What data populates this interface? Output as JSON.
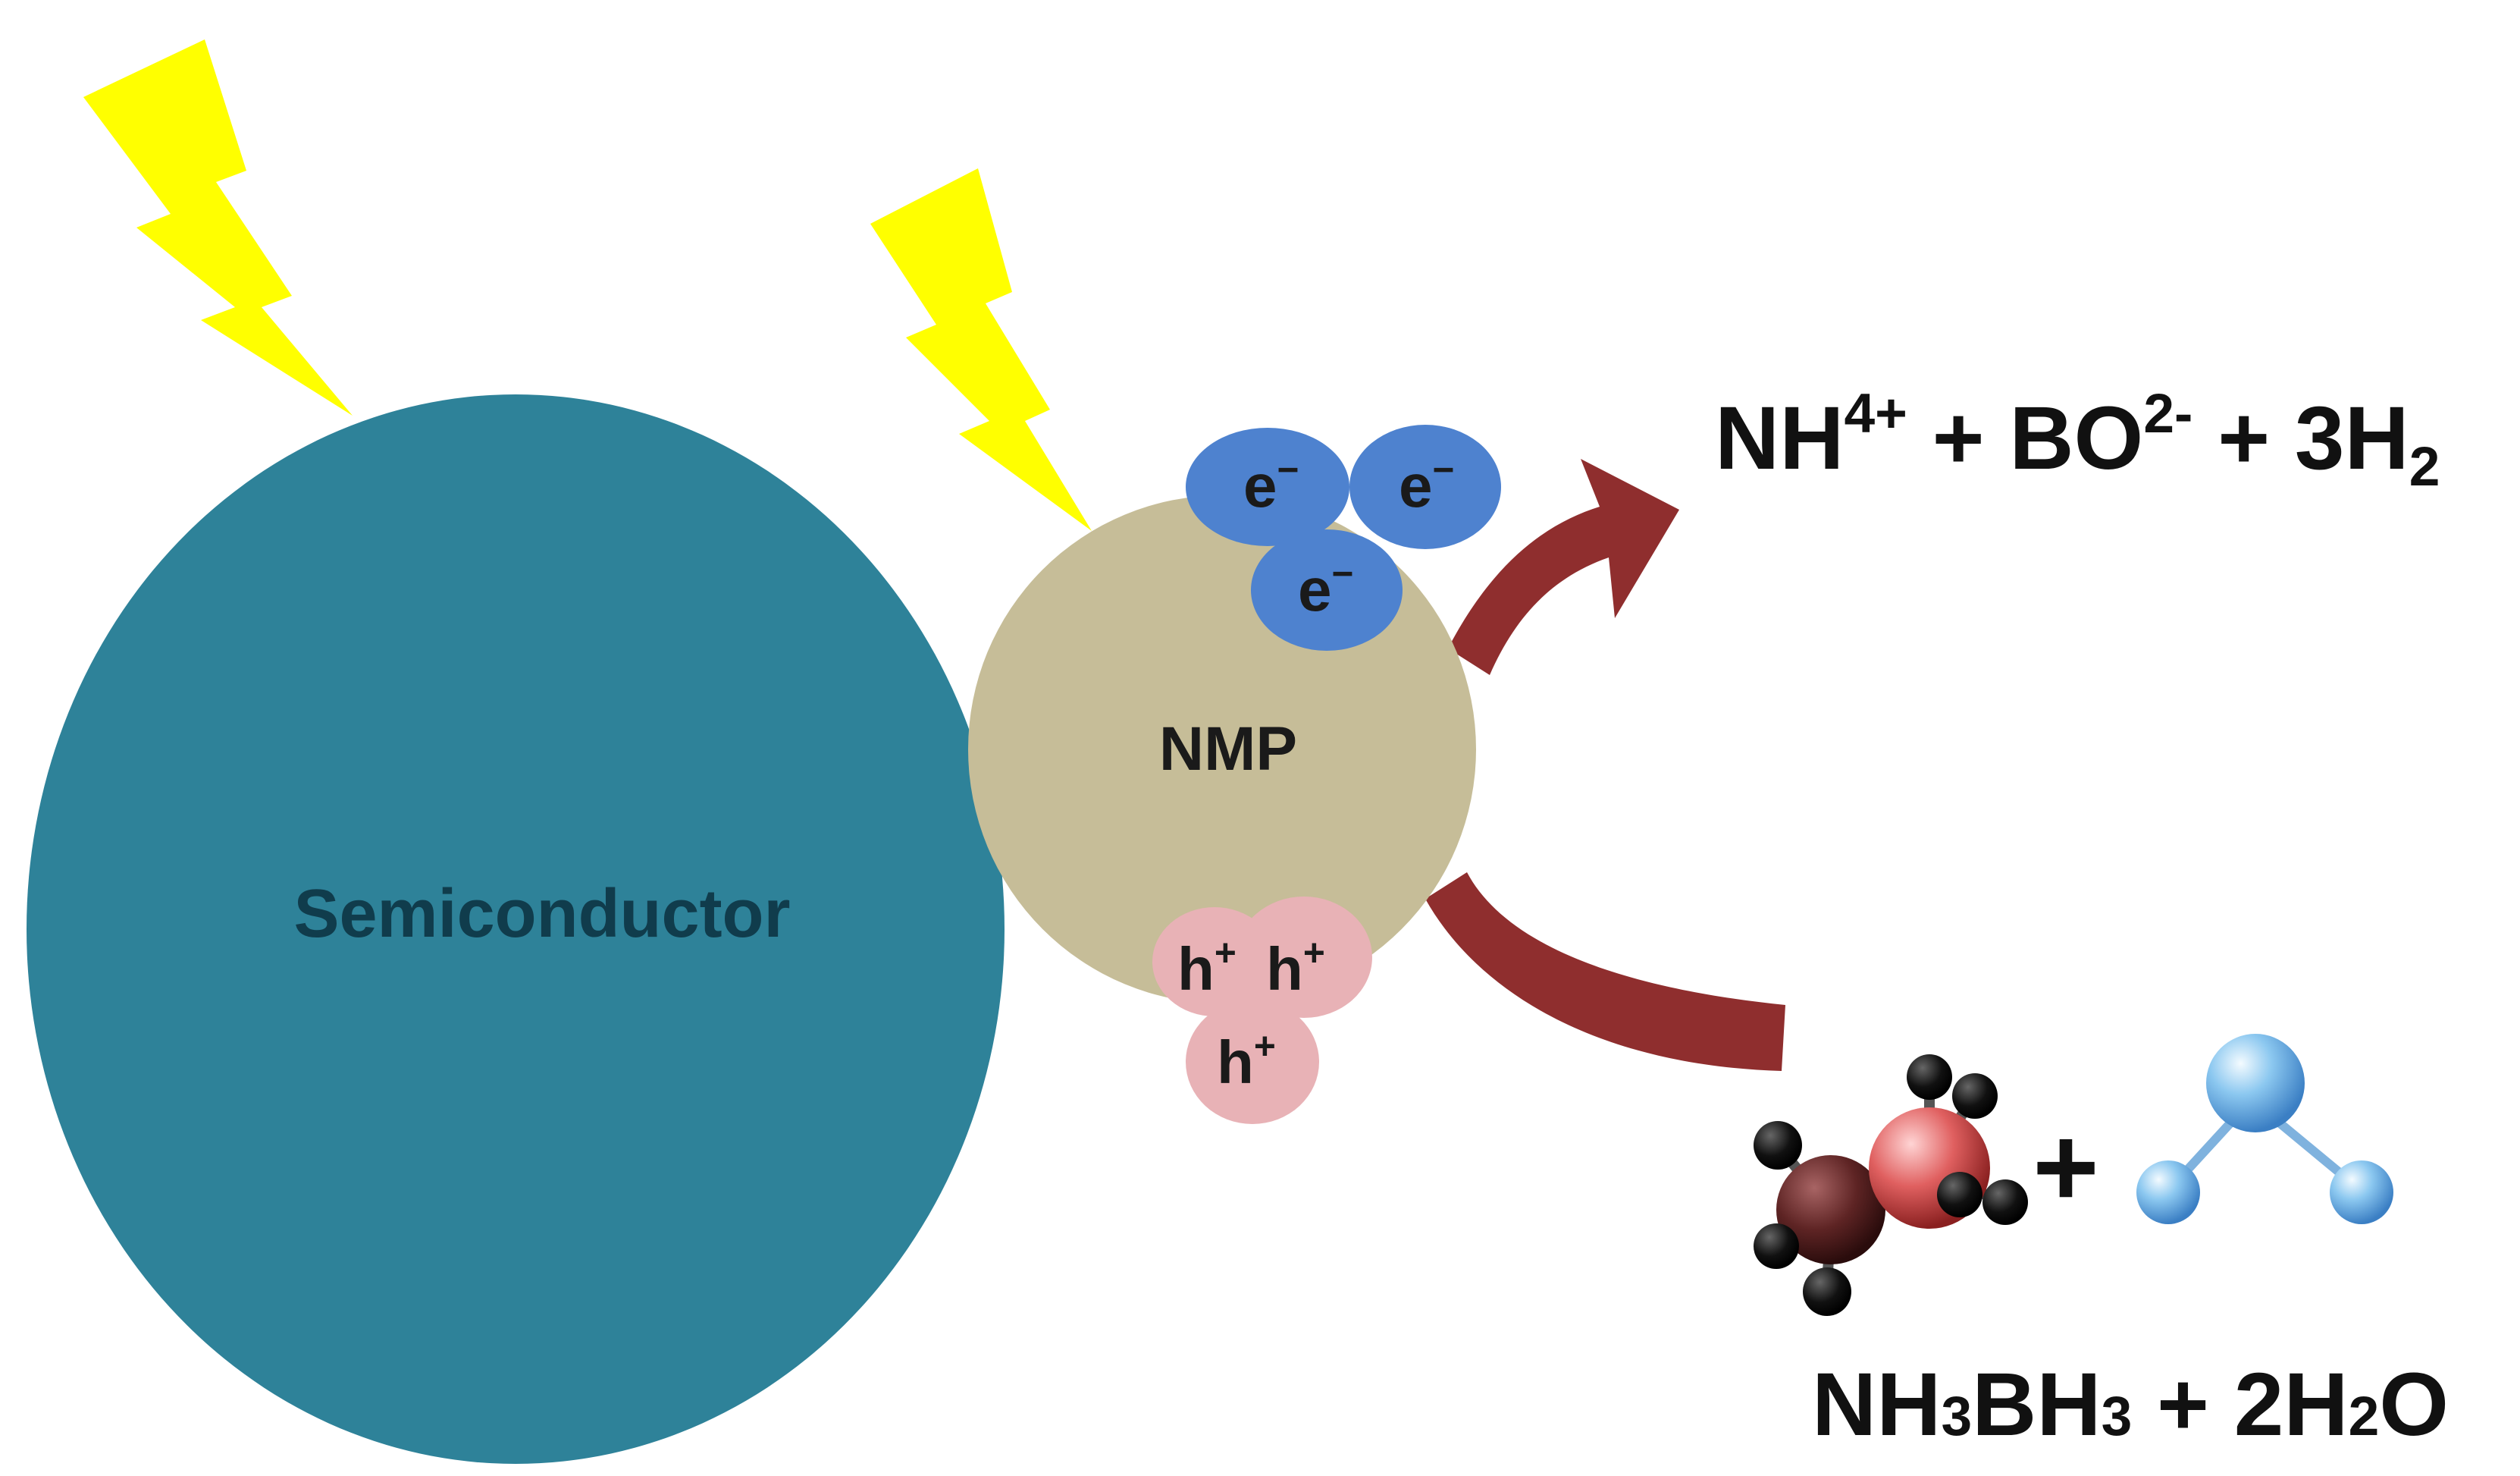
{
  "labels": {
    "semiconductor": "Semiconductor",
    "nmp": "NMP",
    "electron": "e",
    "electron_charge": "−",
    "hole": "h",
    "hole_charge": "+"
  },
  "products": {
    "p1": "NH",
    "p1_sup": "4+",
    "p2": " + BO",
    "p2_sup": "2-",
    "p3": " + 3H",
    "p3_sub": "2"
  },
  "reactants": {
    "r1": "NH",
    "r1_sub": "3",
    "r2": "BH",
    "r2_sub": "3",
    "r3": " + 2H",
    "r3_sub": "2",
    "r4": "O"
  },
  "plus_sign": "+",
  "colors": {
    "semiconductor": "#2e8299",
    "semiconductor_text": "#103c4c",
    "nmp": "#c6bd98",
    "electron": "#4e82cf",
    "hole": "#e8b2b6",
    "arrow": "#8f2e2e",
    "lightning": "#ffff00",
    "text": "#111111"
  },
  "icons": [
    "lightning-bolt-icon",
    "ammonia-borane-molecule-icon",
    "water-molecule-icon"
  ]
}
